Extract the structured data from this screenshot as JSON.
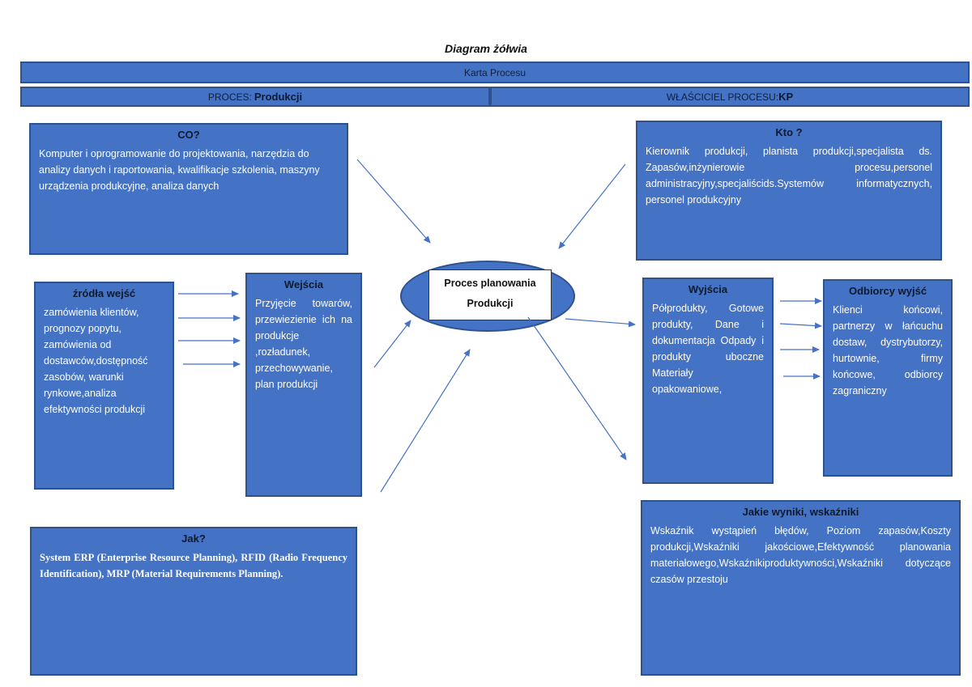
{
  "title": "Diagram żółwia",
  "header": {
    "card": "Karta Procesu",
    "process_label": "PROCES:",
    "process_value": "Produkcji",
    "owner_label": "WŁAŚCICIEL PROCESU:",
    "owner_value": "KP"
  },
  "center": {
    "line1": "Proces planowania",
    "line2": "Produkcji"
  },
  "boxes": {
    "co": {
      "title": "CO?",
      "body": "Komputer i oprogramowanie do projektowania, narzędzia do analizy danych i raportowania, kwalifikacje szkolenia, maszyny urządzenia produkcyjne, analiza danych"
    },
    "kto": {
      "title": "Kto ?",
      "body": "Kierownik produkcji, planista produkcji,specjalista ds. Zapasów,inżynierowie procesu,personel administracyjny,specjaliścids.Systemów informatycznych, personel produkcyjny"
    },
    "zrodla": {
      "title": "źródła wejść",
      "body": "zamówienia klientów, prognozy popytu, zamówienia od dostawców,dostępność zasobów, warunki rynkowe,analiza efektywności produkcji"
    },
    "wejscia": {
      "title": "Wejścia",
      "body": "Przyjęcie towarów, przewiezienie ich na produkcje ,rozładunek, przechowywanie, plan produkcji"
    },
    "wyjscia": {
      "title": "Wyjścia",
      "body": "Półprodukty, Gotowe produkty, Dane i dokumentacja Odpady i produkty uboczne Materiały opakowaniowe,"
    },
    "odbiorcy": {
      "title": "Odbiorcy wyjść",
      "body": "Klienci końcowi, partnerzy w łańcuchu dostaw, dystrybutorzy, hurtownie, firmy końcowe, odbiorcy zagraniczny"
    },
    "jak": {
      "title": "Jak?",
      "body": "System ERP (Enterprise Resource Planning), RFID (Radio Frequency Identification), MRP (Material Requirements Planning)."
    },
    "wyniki": {
      "title": "Jakie wyniki, wskaźniki",
      "body": "Wskaźnik wystąpień błędów, Poziom zapasów,Koszty produkcji,Wskaźniki jakościowe,Efektywność planowania materiałowego,Wskaźnikiproduktywności,Wskaźniki dotyczące czasów przestoju"
    }
  },
  "colors": {
    "box_fill": "#4472c4",
    "box_border": "#2f528f",
    "arrow": "#4472c4"
  }
}
